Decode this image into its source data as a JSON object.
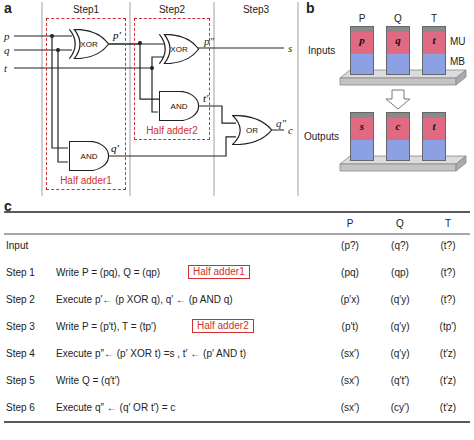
{
  "diagram": {
    "nodes": [
      {
        "text": [
          "Half adder1"
        ]
      },
      {
        "text": [
          "XOR"
        ],
        "in": 0
      },
      {
        "text": [
          "AND"
        ],
        "in": 0
      },
      {
        "text": [
          "Half adder2"
        ]
      },
      {
        "text": [
          "XOR"
        ],
        "in": 3
      },
      {
        "text": [
          "AND"
        ],
        "in": 3
      },
      {
        "text": [
          "OR"
        ]
      },
      {
        "text": [
          "p"
        ]
      },
      {
        "text": [
          "q"
        ]
      },
      {
        "text": [
          "t"
        ]
      },
      {
        "text": [
          "s"
        ]
      },
      {
        "text": [
          "c"
        ]
      },
      {
        "text": [
          "t"
        ]
      },
      {
        "text": [
          "Half adder1"
        ]
      },
      {
        "text": [
          "Half adder2"
        ]
      }
    ],
    "edges": [
      {
        "from": 1,
        "to": 4,
        "arrow": "none",
        "label": "p′"
      },
      {
        "from": 1,
        "to": 5,
        "arrow": "none"
      },
      {
        "from": 5,
        "to": 6,
        "arrow": "none",
        "label": "t′"
      },
      {
        "from": 2,
        "to": 6,
        "arrow": "none",
        "label": "q′"
      }
    ],
    "labels": [
      "a",
      "Step1",
      "Step2",
      "Step3",
      "p",
      "q",
      "t",
      "p″",
      "s",
      "q″",
      "c",
      "b",
      "Inputs",
      "Outputs",
      "P",
      "Q",
      "T",
      "MU",
      "MB",
      "c",
      "P",
      "Q",
      "T",
      "Input",
      "(p?)",
      "(q?)",
      "(t?)",
      "Step 1",
      "Write P = (pq), Q = (qp)",
      "(pq)",
      "(qp)",
      "(t?)",
      "Step 2",
      "Execute p′← (p XOR q), q′ ← (p AND q)",
      "(p′x)",
      "(q′y)",
      "(t?)",
      "Step 3",
      "Write P = (p′t), T = (tp′)",
      "(p′t)",
      "(q′y)",
      "(tp′)",
      "Step 4",
      "Execute p″← (p′ XOR t) =s , t′ ← (p′ AND t)",
      "(sx′)",
      "(q′y)",
      "(t′z)",
      "Step 5",
      "Write Q = (q′t′)",
      "(sx′)",
      "(q′t′)",
      "(t′z)",
      "Step 6",
      "Execute q″ ← (q′ OR t′) = c",
      "(sx′)",
      "(cy′)",
      "(t′z)"
    ]
  }
}
